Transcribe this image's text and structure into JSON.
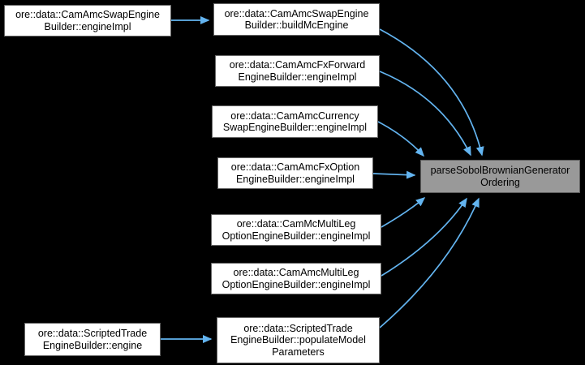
{
  "graph": {
    "background_color": "#000000",
    "edge_color": "#63b4f0",
    "node_fill": "#ffffff",
    "node_border": "#666666",
    "node_text_color": "#000000",
    "highlighted_node_fill": "#999999",
    "highlighted_node_border": "#5c5c5c",
    "nodes": {
      "cam_amc_swap_engine_impl": {
        "label": "ore::data::CamAmcSwapEngine\nBuilder::engineImpl"
      },
      "cam_amc_swap_build_mc_engine": {
        "label": "ore::data::CamAmcSwapEngine\nBuilder::buildMcEngine"
      },
      "cam_amc_fx_forward_engine_impl": {
        "label": "ore::data::CamAmcFxForward\nEngineBuilder::engineImpl"
      },
      "cam_amc_currency_swap_engine_impl": {
        "label": "ore::data::CamAmcCurrency\nSwapEngineBuilder::engineImpl"
      },
      "cam_amc_fx_option_engine_impl": {
        "label": "ore::data::CamAmcFxOption\nEngineBuilder::engineImpl"
      },
      "cam_mc_multi_leg_option_engine_impl": {
        "label": "ore::data::CamMcMultiLeg\nOptionEngineBuilder::engineImpl"
      },
      "cam_amc_multi_leg_option_engine_impl": {
        "label": "ore::data::CamAmcMultiLeg\nOptionEngineBuilder::engineImpl"
      },
      "scripted_trade_populate_model_parameters": {
        "label": "ore::data::ScriptedTrade\nEngineBuilder::populateModel\nParameters"
      },
      "scripted_trade_engine": {
        "label": "ore::data::ScriptedTrade\nEngineBuilder::engine"
      },
      "parse_sobol_brownian_generator_ordering": {
        "label": "parseSobolBrownianGenerator\nOrdering"
      }
    }
  }
}
